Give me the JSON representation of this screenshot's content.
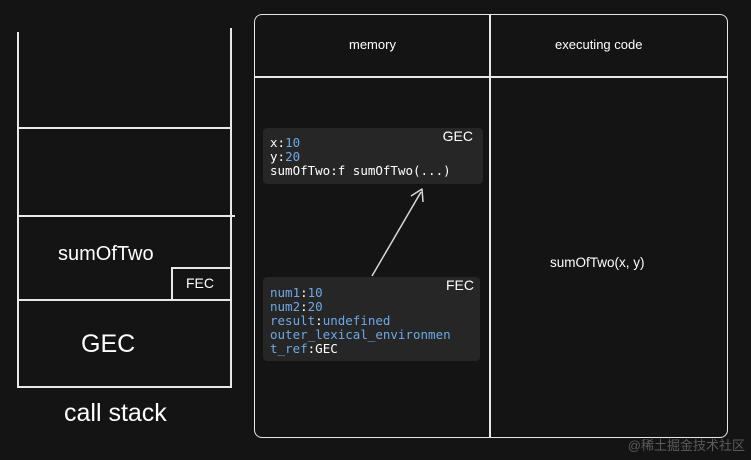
{
  "call_stack": {
    "frame_function_label": "sumOfTwo",
    "frame_fec_tag": "FEC",
    "frame_gec_label": "GEC",
    "caption": "call stack"
  },
  "panel": {
    "memory_header": "memory",
    "executing_header": "executing code",
    "executing_code": "sumOfTwo(x, y)"
  },
  "gec_card": {
    "tag": "GEC",
    "rows": [
      {
        "key": "x",
        "value": "10",
        "value_color": "#6fa8e6"
      },
      {
        "key": "y",
        "value": "20",
        "value_color": "#6fa8e6"
      },
      {
        "key": "sumOfTwo",
        "value": "f sumOfTwo(...)",
        "value_color": "#ffffff"
      }
    ]
  },
  "fec_card": {
    "tag": "FEC",
    "rows": [
      {
        "key": "num1",
        "value": "10"
      },
      {
        "key": "num2",
        "value": "20"
      },
      {
        "key": "result",
        "value": "undefined"
      }
    ],
    "outer_line1": "outer_lexical_environmen",
    "outer_line2_key": "t_ref",
    "outer_line2_value": "GEC"
  },
  "watermark": "@稀土掘金技术社区",
  "colors": {
    "background": "#141414",
    "line": "#e8e8e8",
    "card": "#262626",
    "accent_blue": "#6fa8e6"
  }
}
